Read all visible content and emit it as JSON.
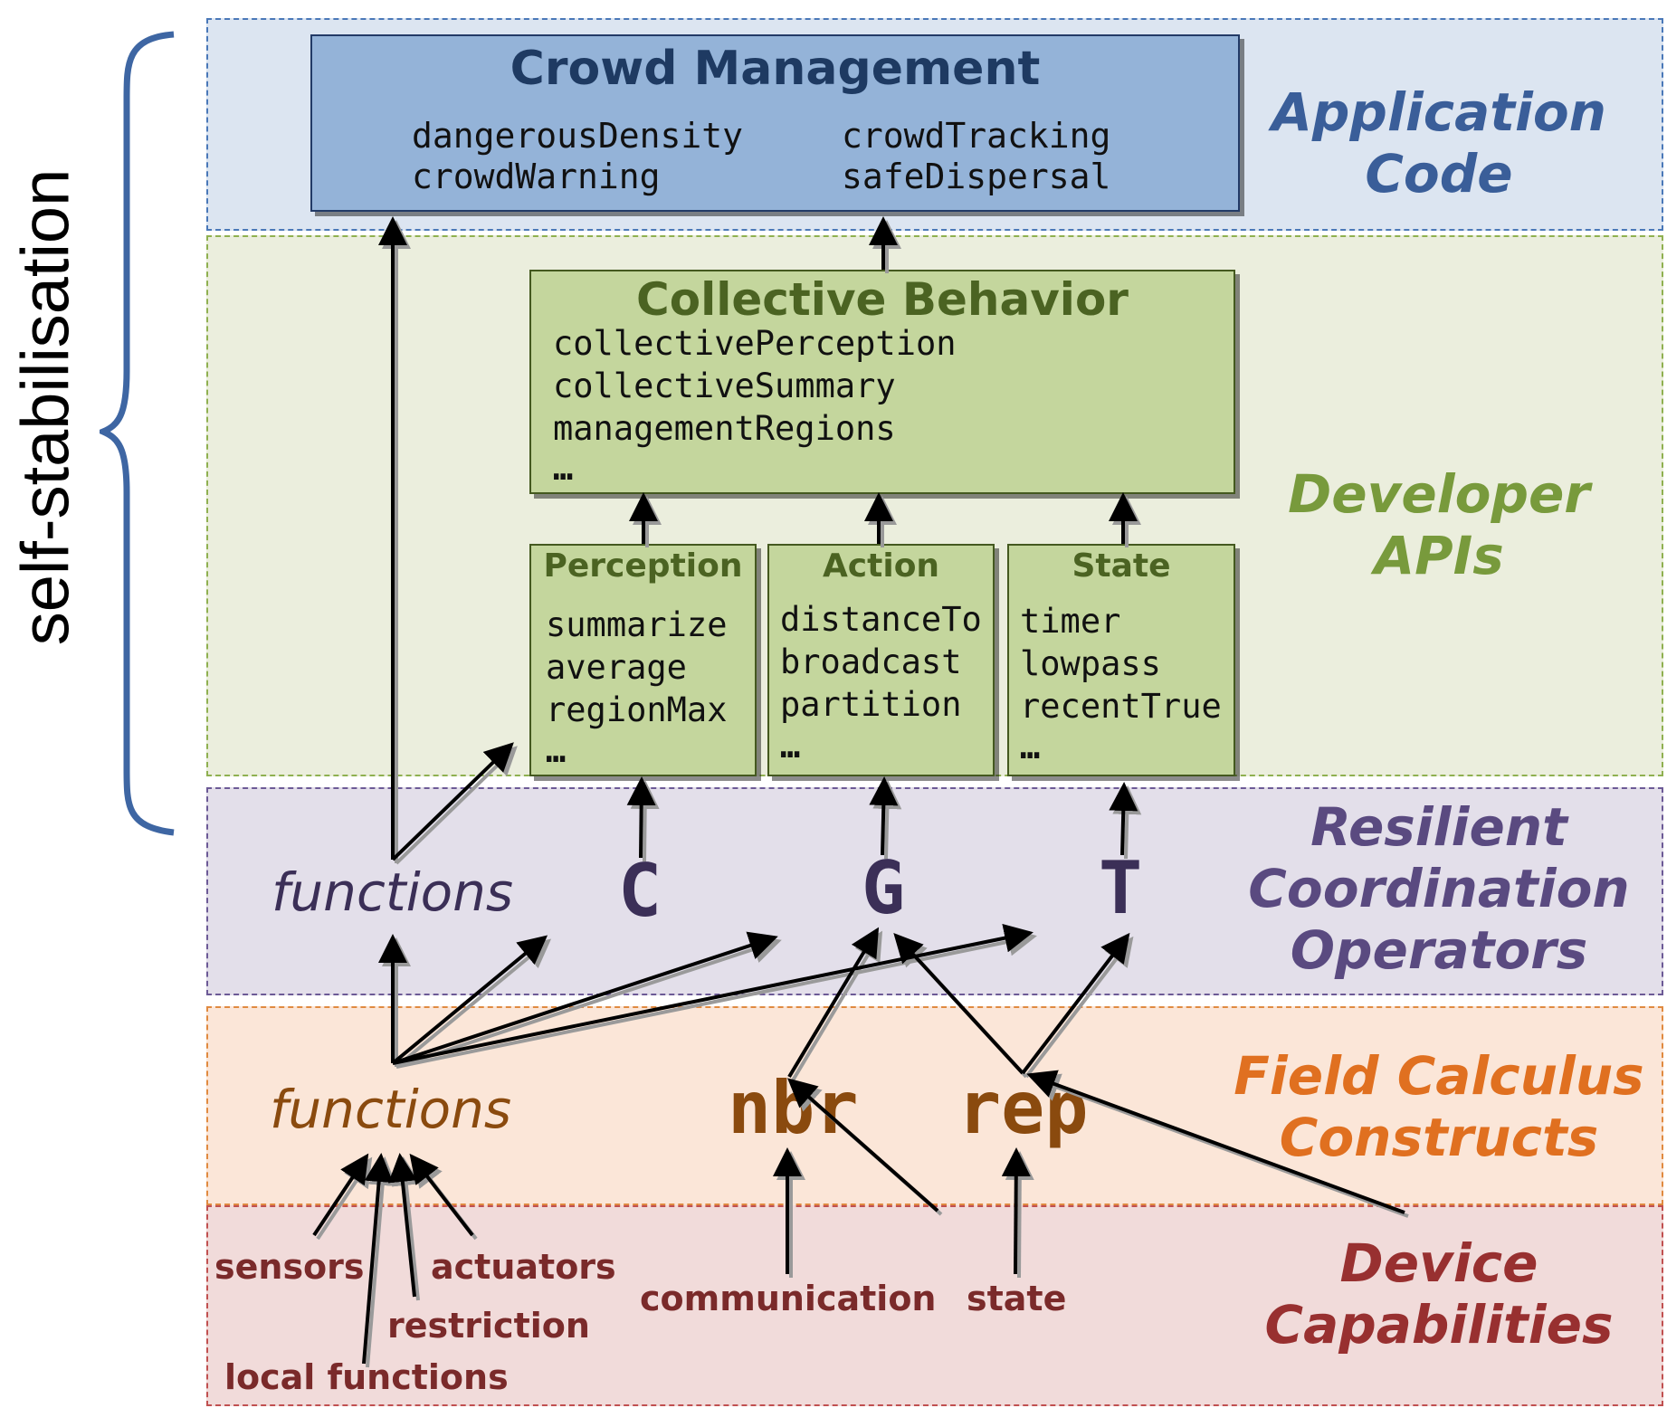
{
  "side_label": "self-stabilisation",
  "layers": {
    "application": {
      "label_line1": "Application",
      "label_line2": "Code",
      "color": "#3a5e99",
      "bg": "#dce5f1"
    },
    "developer": {
      "label_line1": "Developer",
      "label_line2": "APIs",
      "color": "#789a3c",
      "bg": "#ebeedd"
    },
    "resilient": {
      "label_line1": "Resilient",
      "label_line2": "Coordination",
      "label_line3": "Operators",
      "color": "#5a4a80",
      "bg": "#e3dfea"
    },
    "field": {
      "label_line1": "Field Calculus",
      "label_line2": "Constructs",
      "color": "#e07020",
      "bg": "#fbe6d8"
    },
    "device": {
      "label_line1": "Device",
      "label_line2": "Capabilities",
      "color": "#983030",
      "bg": "#f1dbda"
    }
  },
  "crowd_management": {
    "title": "Crowd Management",
    "items": [
      "dangerousDensity",
      "crowdTracking",
      "crowdWarning",
      "safeDispersal"
    ]
  },
  "collective_behavior": {
    "title": "Collective Behavior",
    "items": [
      "collectivePerception",
      "collectiveSummary",
      "managementRegions",
      "…"
    ]
  },
  "perception": {
    "title": "Perception",
    "items": [
      "summarize",
      "average",
      "regionMax",
      "…"
    ]
  },
  "action": {
    "title": "Action",
    "items": [
      "distanceTo",
      "broadcast",
      "partition",
      "…"
    ]
  },
  "state_box": {
    "title": "State",
    "items": [
      "timer",
      "lowpass",
      "recentTrue",
      "…"
    ]
  },
  "resilient_ops": {
    "functions": "functions",
    "c": "C",
    "g": "G",
    "t": "T"
  },
  "field_constructs": {
    "functions": "functions",
    "nbr": "nbr",
    "rep": "rep"
  },
  "capabilities": {
    "sensors": "sensors",
    "actuators": "actuators",
    "restriction": "restriction",
    "local_functions": "local functions",
    "communication": "communication",
    "state": "state"
  }
}
